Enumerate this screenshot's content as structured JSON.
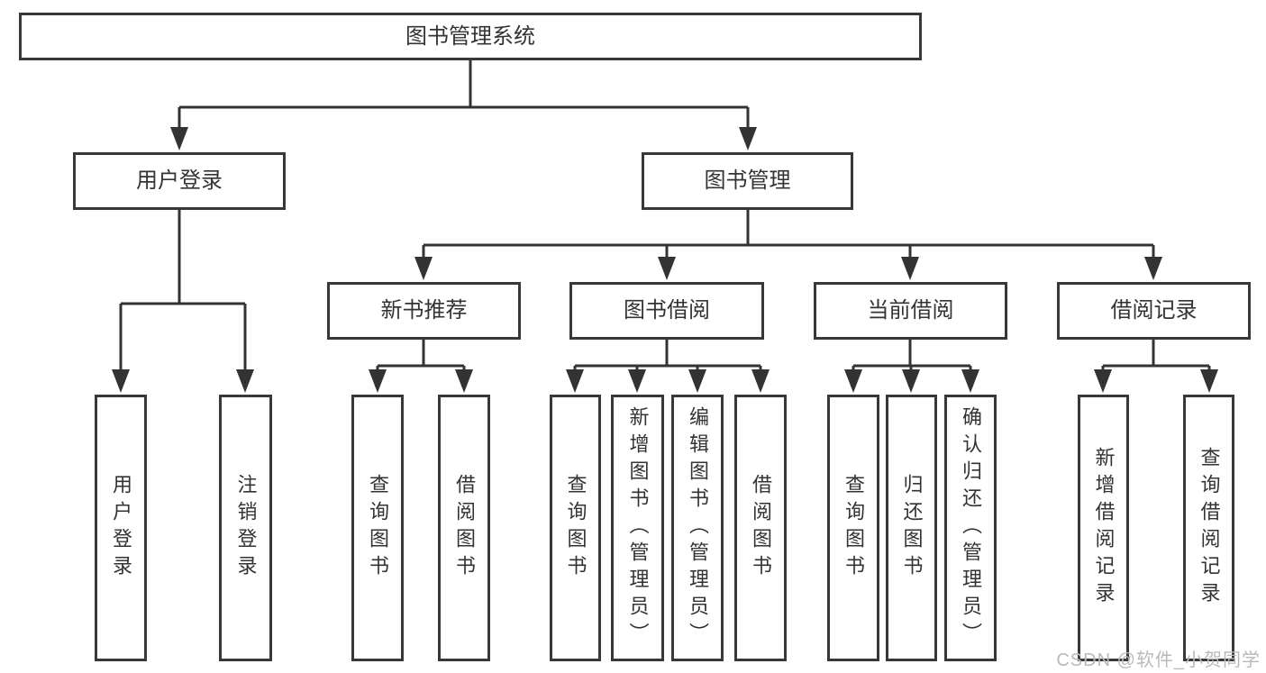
{
  "tree": {
    "label": "图书管理系统",
    "children": [
      {
        "label": "用户登录",
        "children": [
          {
            "label": "用户登录"
          },
          {
            "label": "注销登录"
          }
        ]
      },
      {
        "label": "图书管理",
        "children": [
          {
            "label": "新书推荐",
            "children": [
              {
                "label": "查询图书"
              },
              {
                "label": "借阅图书"
              }
            ]
          },
          {
            "label": "图书借阅",
            "children": [
              {
                "label": "查询图书"
              },
              {
                "label": "新增图书（管理员）"
              },
              {
                "label": "编辑图书（管理员）"
              },
              {
                "label": "借阅图书"
              }
            ]
          },
          {
            "label": "当前借阅",
            "children": [
              {
                "label": "查询图书"
              },
              {
                "label": "归还图书"
              },
              {
                "label": "确认归还（管理员）"
              }
            ]
          },
          {
            "label": "借阅记录",
            "children": [
              {
                "label": "新增借阅记录"
              },
              {
                "label": "查询借阅记录"
              }
            ]
          }
        ]
      }
    ]
  },
  "watermark": "CSDN @软件_小贺同学",
  "colors": {
    "line": "#333333",
    "border": "#383838",
    "text": "#333333",
    "watermark": "#b9b9b9",
    "background": "#ffffff"
  }
}
